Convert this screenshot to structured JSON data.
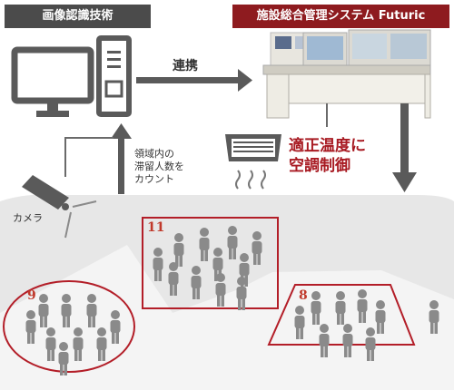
{
  "header": {
    "left_tag": "画像認識技術",
    "right_tag": "施設総合管理システム Futuric"
  },
  "arrow_label": "連携",
  "flow_note": [
    "領域内の",
    "滞留人数を",
    "カウント"
  ],
  "camera_label": "カメラ",
  "control_text": [
    "適正温度に",
    "空調制御"
  ],
  "zones": [
    {
      "id": "zone-left",
      "count": "9"
    },
    {
      "id": "zone-center",
      "count": "11"
    },
    {
      "id": "zone-right",
      "count": "8"
    }
  ],
  "colors": {
    "dark_tag": "#4b4b4b",
    "brand_red": "#8e1b1f",
    "highlight_red": "#a81a22",
    "person_gray": "#8a8a8a",
    "floor": "#e7e7e7"
  }
}
